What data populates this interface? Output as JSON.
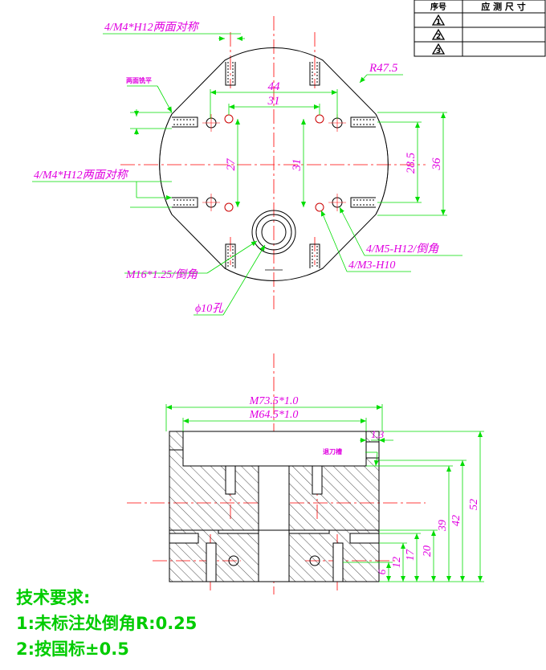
{
  "rev_table": {
    "headers": [
      "序号",
      "应 测 尺 寸"
    ],
    "rows": [
      {
        "no": "1",
        "value": ""
      },
      {
        "no": "2",
        "value": ""
      },
      {
        "no": "3",
        "value": ""
      }
    ]
  },
  "top_view": {
    "callout_m4_top": "4/M4*H12两面对称",
    "callout_m4_left": "4/M4*H12两面对称",
    "callout_flat": "两面铣平",
    "radius": "R47.5",
    "dim_44": "44",
    "dim_31_h": "31",
    "dim_27": "27",
    "dim_31_v": "31",
    "dim_28_5": "28.5",
    "dim_36": "36",
    "callout_m5": "4/M5-H12/倒角",
    "callout_m3": "4/M3-H10",
    "callout_m16": "M16*1.25/倒角",
    "callout_hole": "ϕ10孔"
  },
  "section_view": {
    "dim_m73": "M73.5*1.0",
    "dim_m64": "M64.5*1.0",
    "dim_1_3": "1.3",
    "callout_groove": "退刀槽",
    "dim_52": "52",
    "dim_42": "42",
    "dim_39": "39",
    "dim_20": "20",
    "dim_17": "17",
    "dim_12": "12",
    "dim_6": "6"
  },
  "notes": {
    "title": "技术要求:",
    "line1": "1:未标注处倒角R:0.25",
    "line2": "2:按国标±0.5"
  },
  "colors": {
    "outline": "#000000",
    "dimension": "#00dd00",
    "text": "#e000e0",
    "centerline": "#ff0000",
    "hatch": "#000000",
    "notes": "#00cc00"
  }
}
